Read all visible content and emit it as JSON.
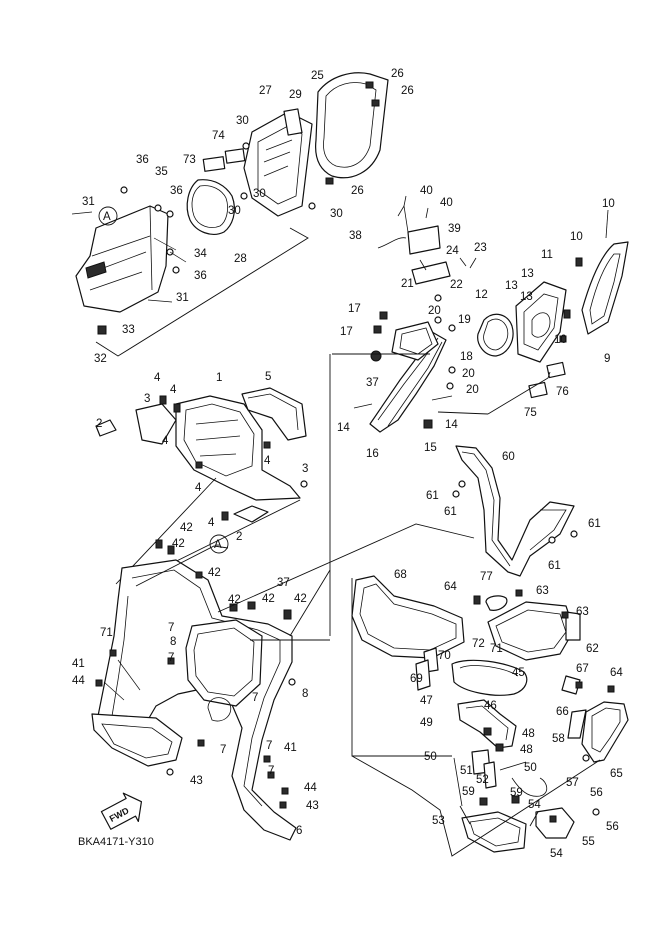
{
  "diagram_code": "BKA4171-Y310",
  "direction_arrow_label": "FWD",
  "reference_marker": "A",
  "callouts": [
    {
      "id": "c26a",
      "num": "26"
    },
    {
      "id": "c25",
      "num": "25"
    },
    {
      "id": "c26b",
      "num": "26"
    },
    {
      "id": "c27",
      "num": "27"
    },
    {
      "id": "c29",
      "num": "29"
    },
    {
      "id": "c30a",
      "num": "30"
    },
    {
      "id": "c74",
      "num": "74"
    },
    {
      "id": "c73",
      "num": "73"
    },
    {
      "id": "c36a",
      "num": "36"
    },
    {
      "id": "c35",
      "num": "35"
    },
    {
      "id": "c36b",
      "num": "36"
    },
    {
      "id": "c26c",
      "num": "26"
    },
    {
      "id": "c30b",
      "num": "30"
    },
    {
      "id": "c30c",
      "num": "30"
    },
    {
      "id": "c31a",
      "num": "31"
    },
    {
      "id": "c40a",
      "num": "40"
    },
    {
      "id": "c40b",
      "num": "40"
    },
    {
      "id": "c10a",
      "num": "10"
    },
    {
      "id": "c39",
      "num": "39"
    },
    {
      "id": "c38",
      "num": "38"
    },
    {
      "id": "c10b",
      "num": "10"
    },
    {
      "id": "c24",
      "num": "24"
    },
    {
      "id": "c23",
      "num": "23"
    },
    {
      "id": "c28",
      "num": "28"
    },
    {
      "id": "c34",
      "num": "34"
    },
    {
      "id": "c36c",
      "num": "36"
    },
    {
      "id": "c11",
      "num": "11"
    },
    {
      "id": "c21",
      "num": "21"
    },
    {
      "id": "c22",
      "num": "22"
    },
    {
      "id": "c13a",
      "num": "13"
    },
    {
      "id": "c13b",
      "num": "13"
    },
    {
      "id": "c12",
      "num": "12"
    },
    {
      "id": "c31b",
      "num": "31"
    },
    {
      "id": "c17a",
      "num": "17"
    },
    {
      "id": "c20a",
      "num": "20"
    },
    {
      "id": "c19",
      "num": "19"
    },
    {
      "id": "c10c",
      "num": "10"
    },
    {
      "id": "c33",
      "num": "33"
    },
    {
      "id": "c17b",
      "num": "17"
    },
    {
      "id": "c32",
      "num": "32"
    },
    {
      "id": "c18",
      "num": "18"
    },
    {
      "id": "c9",
      "num": "9"
    },
    {
      "id": "c37a",
      "num": "37"
    },
    {
      "id": "c20b",
      "num": "20"
    },
    {
      "id": "c76",
      "num": "76"
    },
    {
      "id": "c4a",
      "num": "4"
    },
    {
      "id": "c1",
      "num": "1"
    },
    {
      "id": "c5",
      "num": "5"
    },
    {
      "id": "c4b",
      "num": "4"
    },
    {
      "id": "c20c",
      "num": "20"
    },
    {
      "id": "c3a",
      "num": "3"
    },
    {
      "id": "c75",
      "num": "75"
    },
    {
      "id": "c14a",
      "num": "14"
    },
    {
      "id": "c14b",
      "num": "14"
    },
    {
      "id": "c2a",
      "num": "2"
    },
    {
      "id": "c16",
      "num": "16"
    },
    {
      "id": "c15",
      "num": "15"
    },
    {
      "id": "c4c",
      "num": "4"
    },
    {
      "id": "c60",
      "num": "60"
    },
    {
      "id": "c4d",
      "num": "4"
    },
    {
      "id": "c3b",
      "num": "3"
    },
    {
      "id": "c4e",
      "num": "4"
    },
    {
      "id": "c61a",
      "num": "61"
    },
    {
      "id": "c61b",
      "num": "61"
    },
    {
      "id": "c4f",
      "num": "4"
    },
    {
      "id": "c2b",
      "num": "2"
    },
    {
      "id": "c61c",
      "num": "61"
    },
    {
      "id": "c42a",
      "num": "42"
    },
    {
      "id": "c42b",
      "num": "42"
    },
    {
      "id": "c61d",
      "num": "61"
    },
    {
      "id": "c42c",
      "num": "42"
    },
    {
      "id": "c68",
      "num": "68"
    },
    {
      "id": "c77",
      "num": "77"
    },
    {
      "id": "c37b",
      "num": "37"
    },
    {
      "id": "c64a",
      "num": "64"
    },
    {
      "id": "c63a",
      "num": "63"
    },
    {
      "id": "c42d",
      "num": "42"
    },
    {
      "id": "c42e",
      "num": "42"
    },
    {
      "id": "c42f",
      "num": "42"
    },
    {
      "id": "c63b",
      "num": "63"
    },
    {
      "id": "c7a",
      "num": "7"
    },
    {
      "id": "c8a",
      "num": "8"
    },
    {
      "id": "c62",
      "num": "62"
    },
    {
      "id": "c72",
      "num": "72"
    },
    {
      "id": "c71",
      "num": "71"
    },
    {
      "id": "c7b",
      "num": "7"
    },
    {
      "id": "c70",
      "num": "70"
    },
    {
      "id": "c41a",
      "num": "41"
    },
    {
      "id": "c69",
      "num": "69"
    },
    {
      "id": "c45",
      "num": "45"
    },
    {
      "id": "c67",
      "num": "67"
    },
    {
      "id": "c64b",
      "num": "64"
    },
    {
      "id": "c44a",
      "num": "44"
    },
    {
      "id": "c8b",
      "num": "8"
    },
    {
      "id": "c47",
      "num": "47"
    },
    {
      "id": "c46",
      "num": "46"
    },
    {
      "id": "c7c",
      "num": "7"
    },
    {
      "id": "c66",
      "num": "66"
    },
    {
      "id": "c49",
      "num": "49"
    },
    {
      "id": "c48a",
      "num": "48"
    },
    {
      "id": "c58",
      "num": "58"
    },
    {
      "id": "c7d",
      "num": "7"
    },
    {
      "id": "c41b",
      "num": "41"
    },
    {
      "id": "c50a",
      "num": "50"
    },
    {
      "id": "c48b",
      "num": "48"
    },
    {
      "id": "c7e",
      "num": "7"
    },
    {
      "id": "c51",
      "num": "51"
    },
    {
      "id": "c50b",
      "num": "50"
    },
    {
      "id": "c65",
      "num": "65"
    },
    {
      "id": "c7f",
      "num": "7"
    },
    {
      "id": "c43a",
      "num": "43"
    },
    {
      "id": "c52",
      "num": "52"
    },
    {
      "id": "c57",
      "num": "57"
    },
    {
      "id": "c44b",
      "num": "44"
    },
    {
      "id": "c59a",
      "num": "59"
    },
    {
      "id": "c59b",
      "num": "59"
    },
    {
      "id": "c56a",
      "num": "56"
    },
    {
      "id": "c43b",
      "num": "43"
    },
    {
      "id": "c54a",
      "num": "54"
    },
    {
      "id": "c53",
      "num": "53"
    },
    {
      "id": "c56b",
      "num": "56"
    },
    {
      "id": "c6",
      "num": "6"
    },
    {
      "id": "c55",
      "num": "55"
    },
    {
      "id": "c54b",
      "num": "54"
    }
  ]
}
